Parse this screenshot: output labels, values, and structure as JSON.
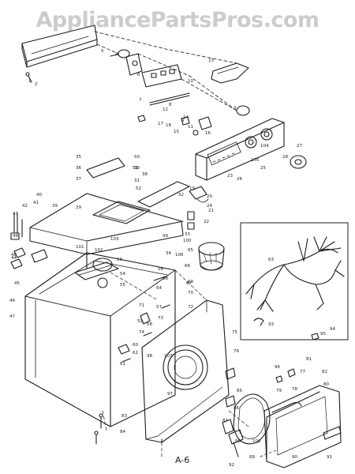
{
  "watermark": "AppliancePartsPros.com",
  "page_label": "A-6",
  "colors": {
    "ink": "#1c1c1c",
    "paper": "#ffffff",
    "watermark": "#8a8a8a"
  },
  "part_callouts": [
    "1",
    "2",
    "3",
    "4",
    "5",
    "6",
    "7",
    "8",
    "9",
    "10",
    "11",
    "12",
    "13",
    "14",
    "15",
    "16",
    "17",
    "18",
    "19",
    "20",
    "21",
    "22",
    "23",
    "24",
    "25",
    "26",
    "27",
    "28",
    "29",
    "30",
    "31",
    "32",
    "33",
    "34",
    "35",
    "36",
    "37",
    "38",
    "39",
    "40",
    "41",
    "42",
    "43",
    "44",
    "45",
    "46",
    "47",
    "48",
    "49",
    "50",
    "51",
    "52",
    "53",
    "54",
    "55",
    "56",
    "57",
    "58",
    "59",
    "60",
    "61",
    "62",
    "63",
    "64",
    "65",
    "66",
    "67",
    "68",
    "69",
    "70",
    "71",
    "72",
    "73",
    "74",
    "75",
    "76",
    "77",
    "78",
    "79",
    "80",
    "81",
    "82",
    "83",
    "84",
    "85",
    "86",
    "87",
    "88",
    "89",
    "90",
    "91",
    "92",
    "93",
    "94",
    "95",
    "96",
    "97",
    "98",
    "99",
    "100",
    "101",
    "102",
    "103",
    "104",
    "105",
    "106",
    "107",
    "108"
  ]
}
